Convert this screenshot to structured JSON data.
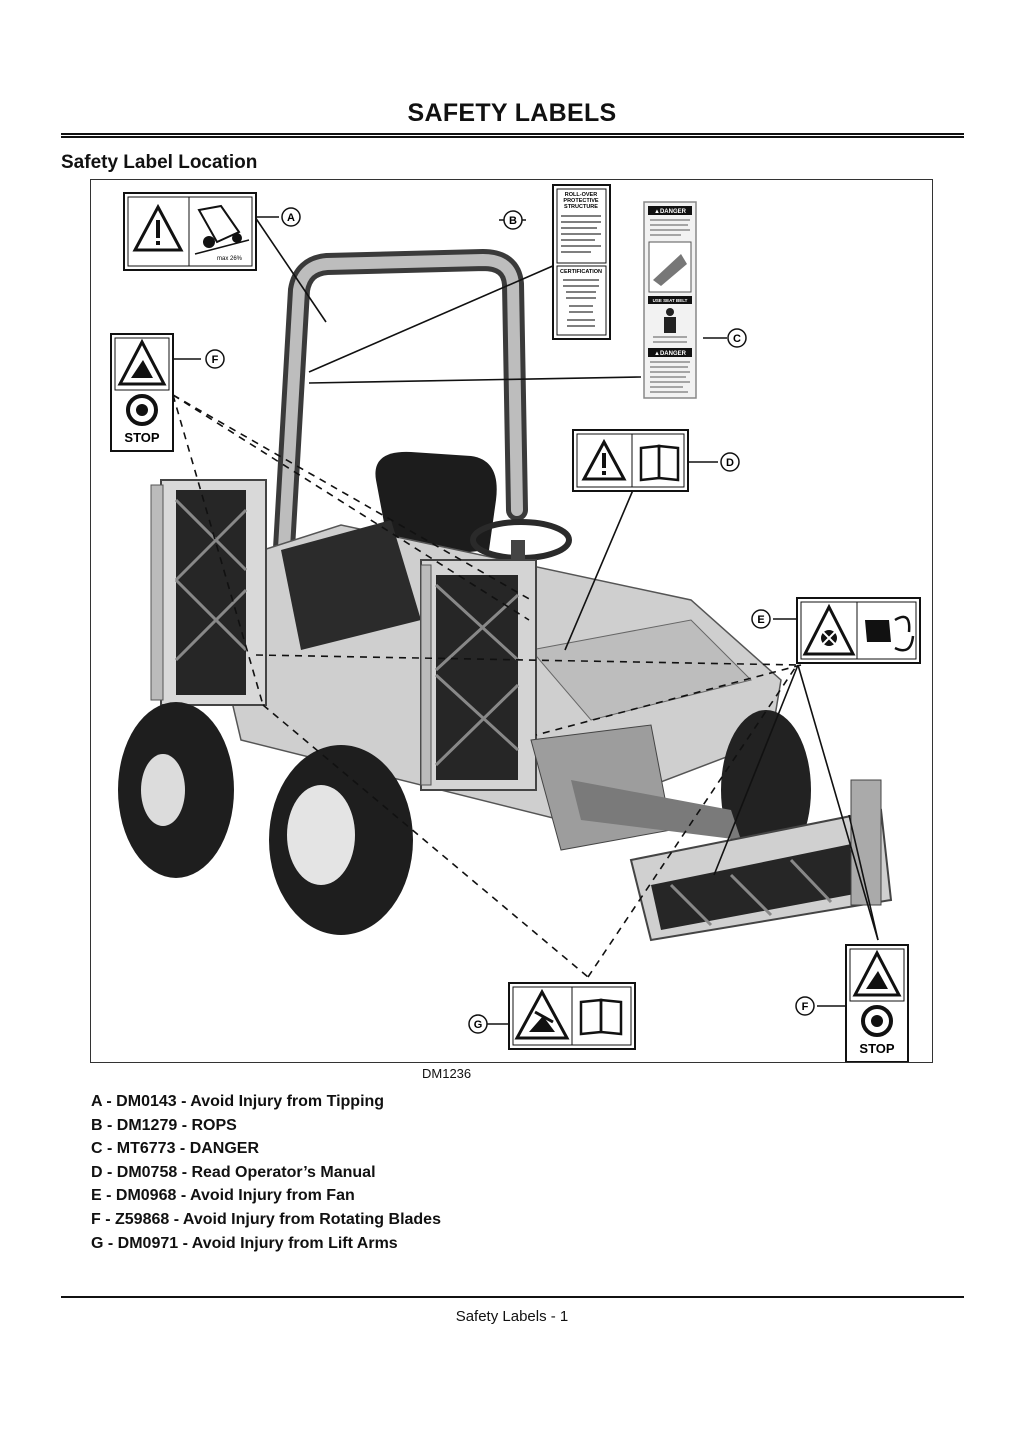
{
  "page": {
    "title": "SAFETY LABELS",
    "section_heading": "Safety Label Location",
    "figure_id": "DM1236",
    "footer": "Safety Labels - 1"
  },
  "callouts": {
    "a": "A",
    "b": "B",
    "c": "C",
    "d": "D",
    "e": "E",
    "f_left": "F",
    "f_right": "F",
    "g": "G"
  },
  "label_text": {
    "slope": "max 26%",
    "rops_title": "ROLL-OVER PROTECTIVE STRUCTURE",
    "rops_cert": "CERTIFICATION",
    "danger": "DANGER",
    "seatbelt": "USE SEAT BELT",
    "stop": "STOP"
  },
  "legend": [
    "A  - DM0143 - Avoid Injury from Tipping",
    "B  - DM1279 - ROPS",
    "C  - MT6773 - DANGER",
    "D  - DM0758 - Read Operator’s Manual",
    "E  - DM0968 - Avoid Injury from Fan",
    "F  - Z59868 - Avoid Injury from Rotating Blades",
    "G  - DM0971 - Avoid Injury from Lift Arms"
  ],
  "colors": {
    "ink": "#111111",
    "machine_fill": "#cfcfcf",
    "machine_dark": "#2a2a2a",
    "tire": "#1e1e1e"
  },
  "icons": [
    "warning-triangle-icon",
    "tipping-mower-icon",
    "manual-book-icon",
    "fan-hand-icon",
    "rotating-blade-icon",
    "stop-sign-icon",
    "lift-arm-icon",
    "seat-belt-icon"
  ]
}
